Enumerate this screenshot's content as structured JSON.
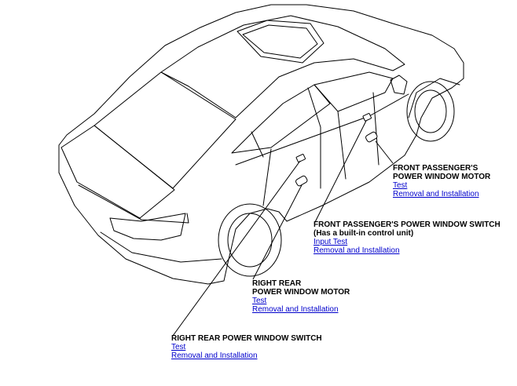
{
  "callouts": {
    "front_motor": {
      "title_line1": "FRONT PASSENGER'S",
      "title_line2": "POWER WINDOW MOTOR",
      "links": [
        "Test",
        "Removal and Installation"
      ]
    },
    "front_switch": {
      "title_line1": "FRONT PASSENGER'S POWER WINDOW SWITCH",
      "title_line2": "(Has a built-in control unit)",
      "links": [
        "Input Test",
        "Removal and Installation"
      ]
    },
    "rear_motor": {
      "title_line1": "RIGHT REAR",
      "title_line2": "POWER WINDOW MOTOR",
      "links": [
        "Test",
        "Removal and Installation"
      ]
    },
    "rear_switch": {
      "title_line1": "RIGHT REAR POWER WINDOW SWITCH",
      "links": [
        "Test",
        "Removal and Installation"
      ]
    }
  },
  "colors": {
    "line": "#000000",
    "link": "#0000cc"
  }
}
